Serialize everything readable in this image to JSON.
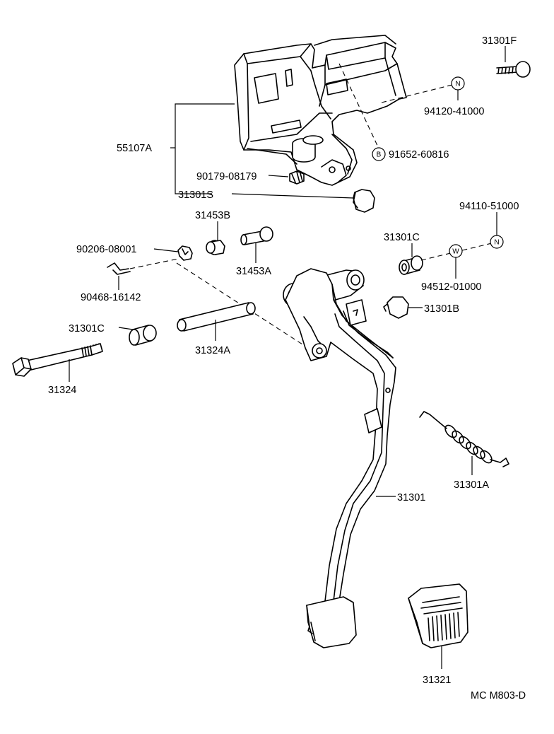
{
  "labels": {
    "l_31301F": "31301F",
    "l_94120": "94120-41000",
    "l_55107A": "55107A",
    "l_91652": "91652-60816",
    "l_90179": "90179-08179",
    "l_31301S": "31301S",
    "l_31453B": "31453B",
    "l_94110": "94110-51000",
    "l_31301C_r": "31301C",
    "l_90206": "90206-08001",
    "l_31453A": "31453A",
    "l_94512": "94512-01000",
    "l_90468": "90468-16142",
    "l_31301B": "31301B",
    "l_31301C_l": "31301C",
    "l_31324A": "31324A",
    "l_31324": "31324",
    "l_31301A": "31301A",
    "l_31301": "31301",
    "l_31321": "31321",
    "code": "MC M803-D"
  },
  "symbols": {
    "nut": "N",
    "bolt": "B",
    "washer": "W"
  }
}
